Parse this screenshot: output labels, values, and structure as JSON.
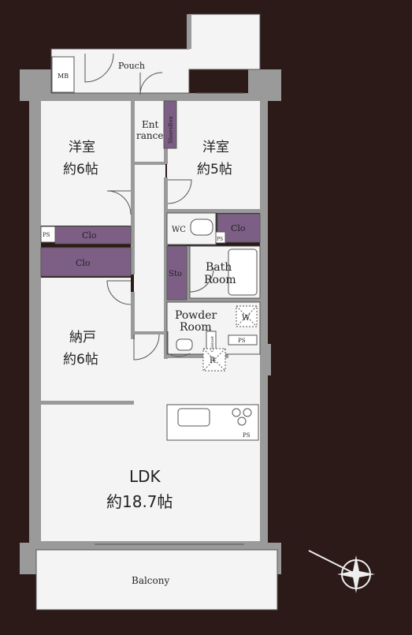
{
  "colors": {
    "background": "#2b1a17",
    "floor": "#f4f4f4",
    "wall": "#9a9a9a",
    "closet": "#7d5f86",
    "outline": "#555555"
  },
  "labels": {
    "pouch": "Pouch",
    "mb": "MB",
    "entrance_1": "Ent",
    "entrance_2": "rance",
    "shoes_box": "ShoesBox",
    "room_west_name": "洋室",
    "room_west_size": "約6帖",
    "room_east_name": "洋室",
    "room_east_size": "約5帖",
    "wc": "WC",
    "ps_1": "PS",
    "ps_2": "PS",
    "ps_3": "PS",
    "ps_4": "PS",
    "clo_1": "Clo",
    "clo_2": "Clo",
    "clo_3": "Clo",
    "sto": "Sto",
    "bath_1": "Bath",
    "bath_2": "Room",
    "powder_1": "Powder",
    "powder_2": "Room",
    "w": "W",
    "r": "R",
    "cabinet": "Cabinet",
    "nando_name": "納戸",
    "nando_size": "約6帖",
    "ldk_name": "LDK",
    "ldk_size": "約18.7帖",
    "balcony": "Balcony",
    "north": "N"
  }
}
